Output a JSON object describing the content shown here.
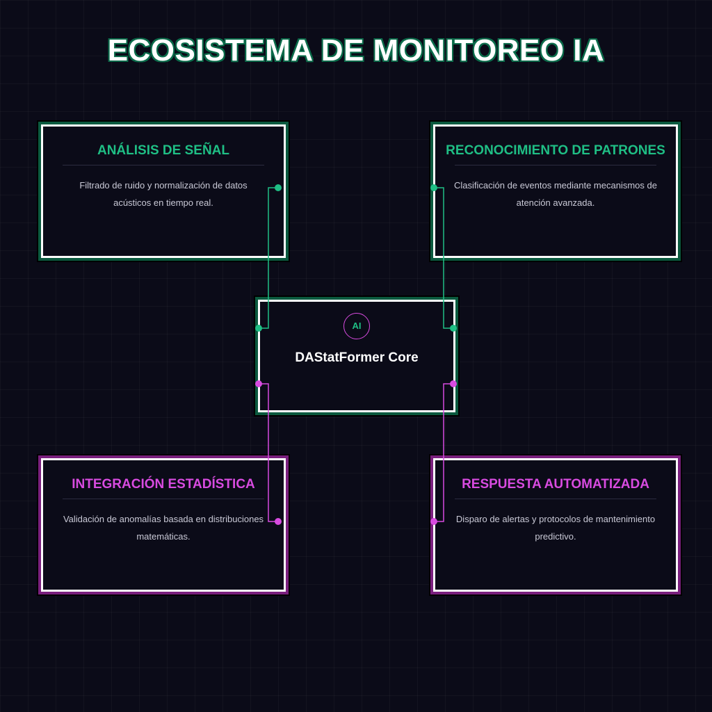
{
  "title": "ECOSISTEMA DE MONITOREO IA",
  "colors": {
    "background": "#0b0b18",
    "accent_green": "#1fbf85",
    "accent_magenta": "#d84be0",
    "box_border": "#ffffff"
  },
  "nodes": {
    "top_left": {
      "title": "ANÁLISIS DE SEÑAL",
      "description": "Filtrado de ruido y normalización de datos acústicos en tiempo real."
    },
    "top_right": {
      "title": "RECONOCIMIENTO DE PATRONES",
      "description": "Clasificación de eventos mediante mecanismos de atención avanzada."
    },
    "bottom_left": {
      "title": "INTEGRACIÓN ESTADÍSTICA",
      "description": "Validación de anomalías basada en distribuciones matemáticas."
    },
    "bottom_right": {
      "title": "RESPUESTA AUTOMATIZADA",
      "description": "Disparo de alertas y protocolos de mantenimiento predictivo."
    }
  },
  "core": {
    "badge": "AI",
    "label": "DAStatFormer Core"
  }
}
